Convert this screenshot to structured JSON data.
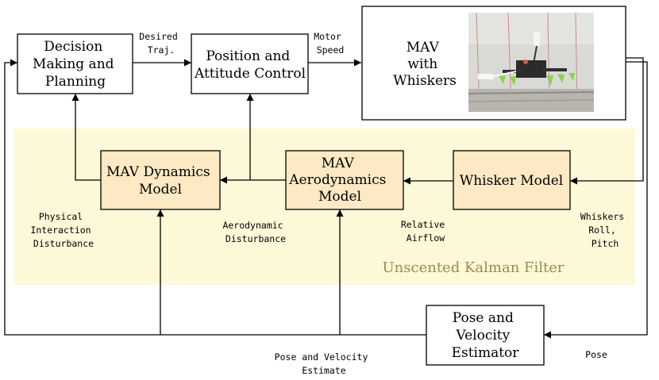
{
  "colors": {
    "ukf_region": "#fdf9d8",
    "ukf_block": "#fde9c4",
    "ukf_title": "#9a8a4e",
    "block_white": "#ffffff"
  },
  "ukf": {
    "title": "Unscented Kalman Filter"
  },
  "blocks": {
    "decision": [
      "Decision",
      "Making and",
      "Planning"
    ],
    "position": [
      "Position and",
      "Attitude Control"
    ],
    "mav": [
      "MAV",
      "with",
      "Whiskers"
    ],
    "dynamics": [
      "MAV Dynamics",
      "Model"
    ],
    "aero": [
      "MAV",
      "Aerodynamics",
      "Model"
    ],
    "whisker": [
      "Whisker Model"
    ],
    "pose": [
      "Pose and",
      "Velocity",
      "Estimator"
    ]
  },
  "labels": {
    "desired_traj": [
      "Desired",
      "Traj."
    ],
    "motor_speed": [
      "Motor",
      "Speed"
    ],
    "physical_interaction": [
      "Physical",
      "Interaction",
      "Disturbance"
    ],
    "aero_disturbance": [
      "Aerodynamic",
      "Disturbance"
    ],
    "relative_airflow": [
      "Relative",
      "Airflow"
    ],
    "whiskers_roll_pitch": [
      "Whiskers",
      "Roll,",
      "Pitch"
    ],
    "pose_velocity_estimate": [
      "Pose and Velocity",
      "Estimate"
    ],
    "pose": [
      "Pose"
    ]
  },
  "photo": {
    "subject": "mav-with-whiskers-photo"
  }
}
